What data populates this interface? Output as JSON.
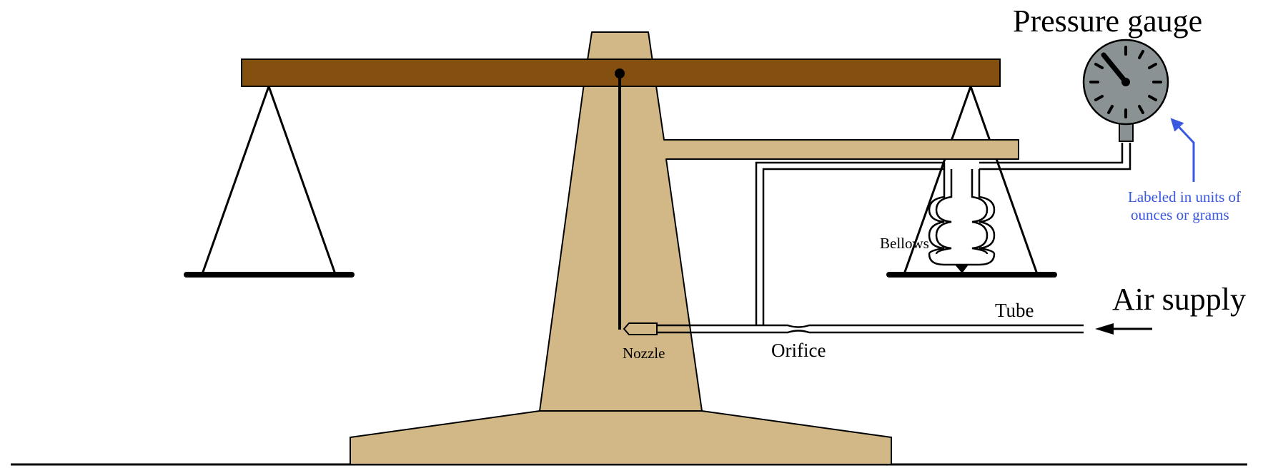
{
  "labels": {
    "pressure_gauge": "Pressure gauge",
    "air_supply": "Air supply",
    "tube": "Tube",
    "bellows": "Bellows",
    "nozzle": "Nozzle",
    "orifice": "Orifice",
    "gauge_note_line1": "Labeled in units of",
    "gauge_note_line2": "ounces or grams"
  },
  "colors": {
    "stand": "#d2b886",
    "beam": "#83500f",
    "gauge_face": "#8a9293",
    "annotation": "#3a58e0",
    "outline": "#000000",
    "background": "#ffffff"
  },
  "icons": {
    "gauge": "pressure-gauge-icon",
    "flow_arrow": "arrow-left-icon",
    "annotation_arrow": "arrow-up-left-icon"
  }
}
